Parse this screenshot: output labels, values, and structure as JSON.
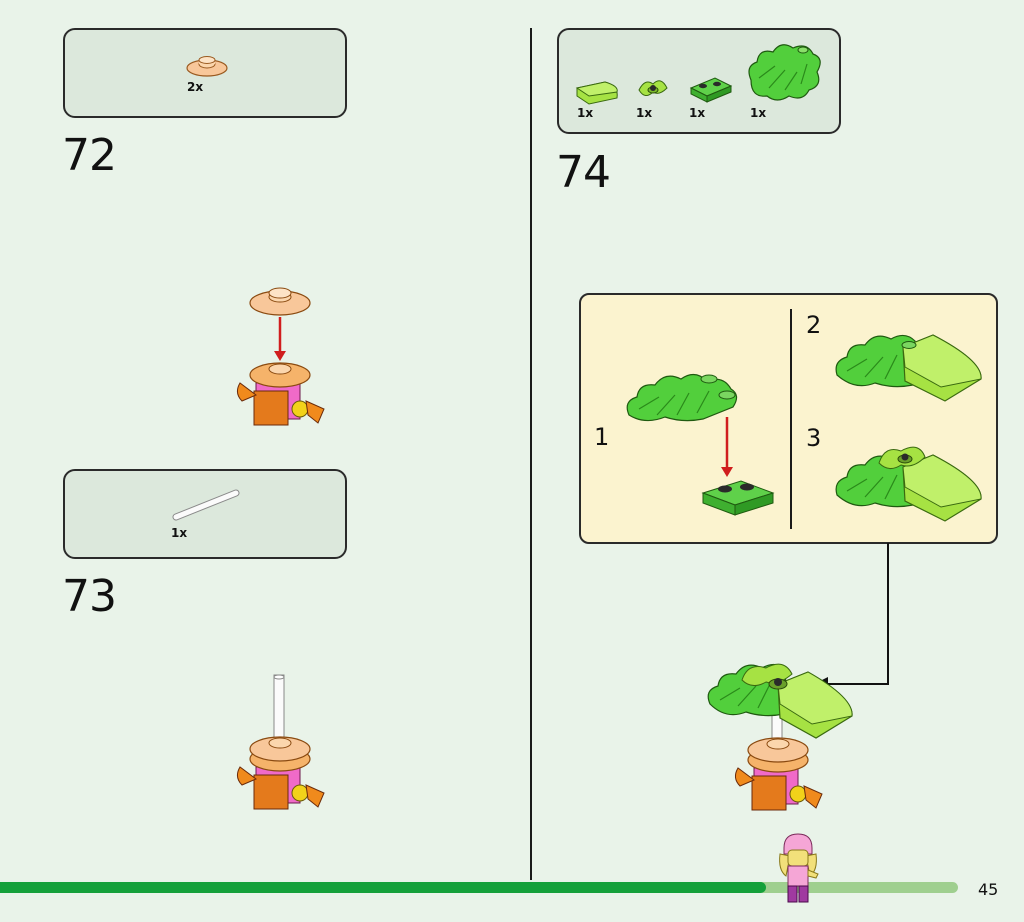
{
  "steps": [
    {
      "number": "72",
      "parts": [
        {
          "qty": "2x",
          "icon": "orange-transparent-round-plate-icon"
        }
      ]
    },
    {
      "number": "73",
      "parts": [
        {
          "qty": "1x",
          "icon": "transparent-bar-icon"
        }
      ]
    },
    {
      "number": "74",
      "parts": [
        {
          "qty": "1x",
          "icon": "lime-curved-slope-icon"
        },
        {
          "qty": "1x",
          "icon": "lime-leaf-plate-icon"
        },
        {
          "qty": "1x",
          "icon": "green-plate-1x2-icon"
        },
        {
          "qty": "1x",
          "icon": "green-leaf-piece-icon"
        }
      ],
      "substeps": [
        "1",
        "2",
        "3"
      ]
    }
  ],
  "colors": {
    "background": "#e9f3e9",
    "parts_box": "#dce8dc",
    "substep_panel": "#fbf3cf",
    "progress": "#14a03a",
    "progress_track": "#9fcf8f",
    "arrow_red": "#d01d1d",
    "leaf_green": "#45c93a",
    "lime": "#9ee23a",
    "orange": "#f08a1c",
    "pink": "#f06ac8"
  },
  "progress": {
    "fraction": 0.8
  },
  "page_number": "45"
}
